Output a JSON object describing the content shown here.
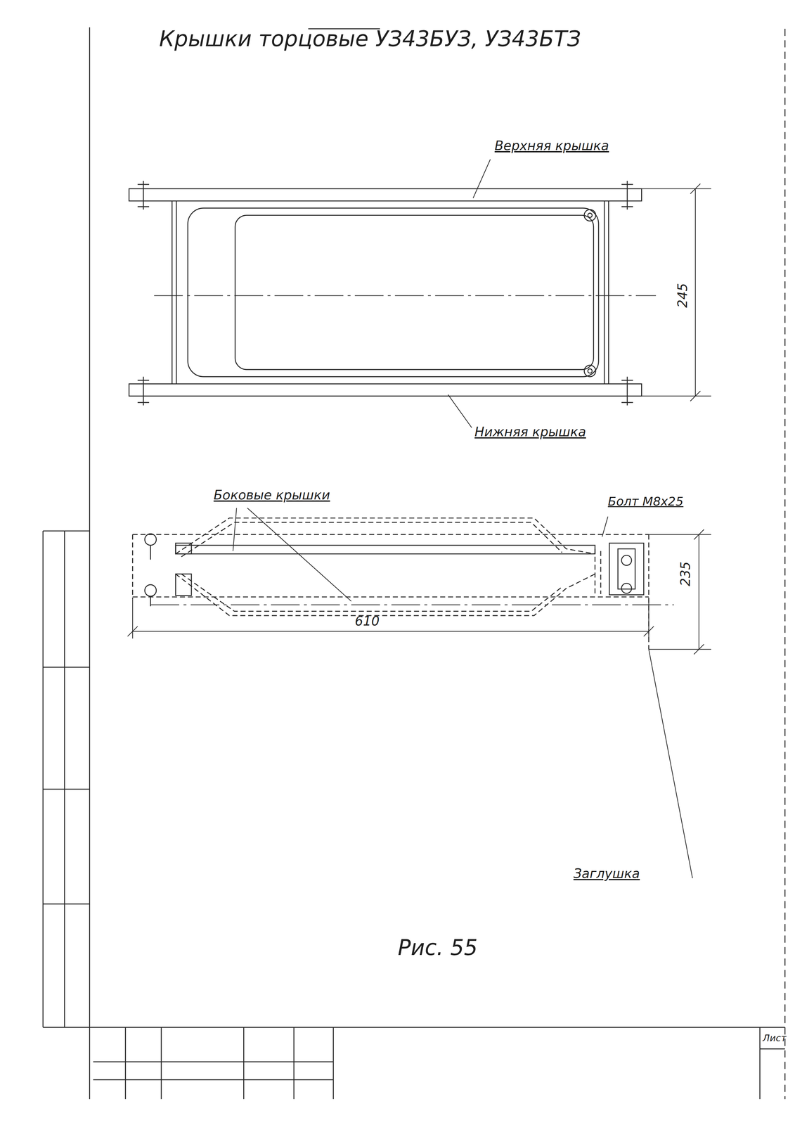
{
  "diagram": {
    "title": "Крышки торцовые УЗ43БУЗ, УЗ43БТЗ",
    "caption": "Рис. 55",
    "labels": [
      "Верхняя крышка",
      "245",
      "Нижняя крышка",
      "Боковые крышки",
      "Болт М8х25",
      "235",
      "610",
      "Заглушка",
      "Лист"
    ]
  }
}
